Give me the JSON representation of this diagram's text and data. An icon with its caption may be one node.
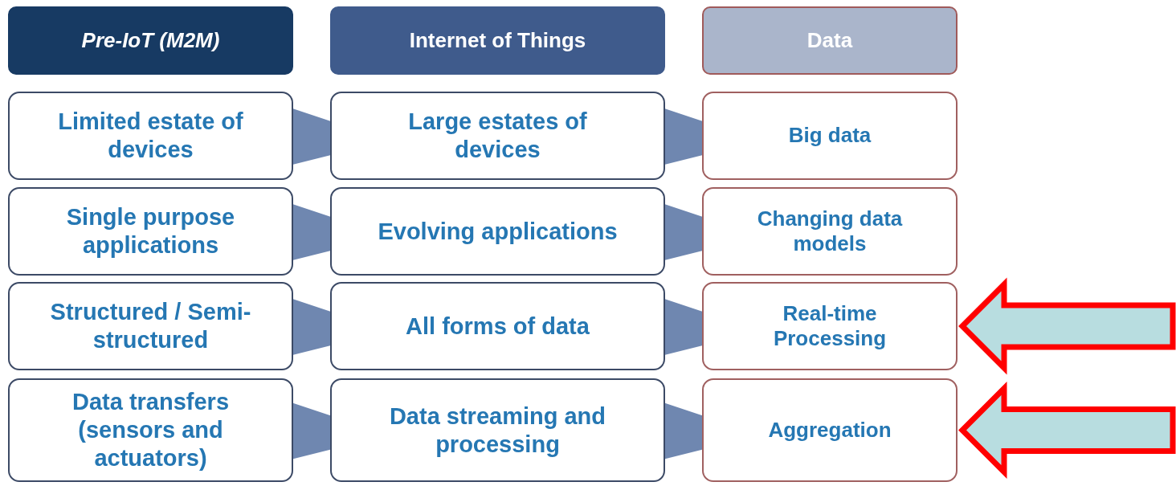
{
  "diagram": {
    "nodes": [
      {
        "text": [
          "Pre-IoT (M2M)"
        ]
      },
      {
        "text": [
          "Internet of Things"
        ]
      },
      {
        "text": [
          "Data"
        ]
      },
      {
        "text": [
          "Limited estate of devices"
        ]
      },
      {
        "text": [
          "Large estates of devices"
        ]
      },
      {
        "text": [
          "Big data"
        ]
      },
      {
        "text": [
          "Single purpose applications"
        ]
      },
      {
        "text": [
          "Evolving applications"
        ]
      },
      {
        "text": [
          "Changing data models"
        ]
      },
      {
        "text": [
          "Structured / Semi-structured"
        ]
      },
      {
        "text": [
          "All forms of data"
        ]
      },
      {
        "text": [
          "Real-time Processing"
        ]
      },
      {
        "text": [
          "Data transfers (sensors and actuators)"
        ]
      },
      {
        "text": [
          "Data streaming and processing"
        ]
      },
      {
        "text": [
          "Aggregation"
        ]
      }
    ],
    "edges": [
      {
        "from": 3,
        "to": 4,
        "arrow": "none"
      },
      {
        "from": 4,
        "to": 5,
        "arrow": "none"
      },
      {
        "from": 6,
        "to": 7,
        "arrow": "none"
      },
      {
        "from": 7,
        "to": 8,
        "arrow": "none"
      },
      {
        "from": 9,
        "to": 10,
        "arrow": "none"
      },
      {
        "from": 10,
        "to": 11,
        "arrow": "none"
      },
      {
        "from": 12,
        "to": 13,
        "arrow": "none"
      },
      {
        "from": 13,
        "to": 14,
        "arrow": "none"
      },
      {
        "from": null,
        "to": 11,
        "arrow": "to",
        "style": "thick",
        "color": "#ff0000"
      },
      {
        "from": null,
        "to": 14,
        "arrow": "to",
        "style": "thick",
        "color": "#ff0000"
      }
    ]
  }
}
